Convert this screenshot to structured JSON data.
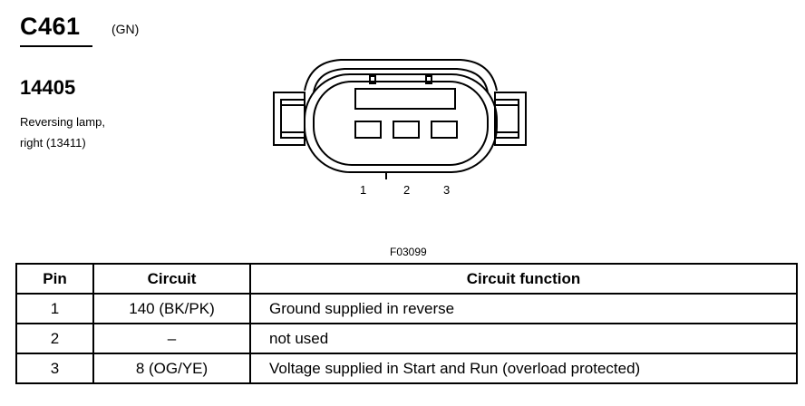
{
  "connector": {
    "id": "C461",
    "color": "(GN)",
    "part_number": "14405",
    "description_line1": "Reversing lamp,",
    "description_line2": "right (13411)"
  },
  "figure": {
    "code": "F03099",
    "pin_labels": [
      "1",
      "2",
      "3"
    ]
  },
  "table": {
    "headers": [
      "Pin",
      "Circuit",
      "Circuit function"
    ],
    "rows": [
      {
        "pin": "1",
        "circuit": "140 (BK/PK)",
        "function": "Ground supplied in reverse"
      },
      {
        "pin": "2",
        "circuit": "–",
        "function": "not used"
      },
      {
        "pin": "3",
        "circuit": "8 (OG/YE)",
        "function": "Voltage supplied in Start and Run (overload protected)"
      }
    ]
  }
}
